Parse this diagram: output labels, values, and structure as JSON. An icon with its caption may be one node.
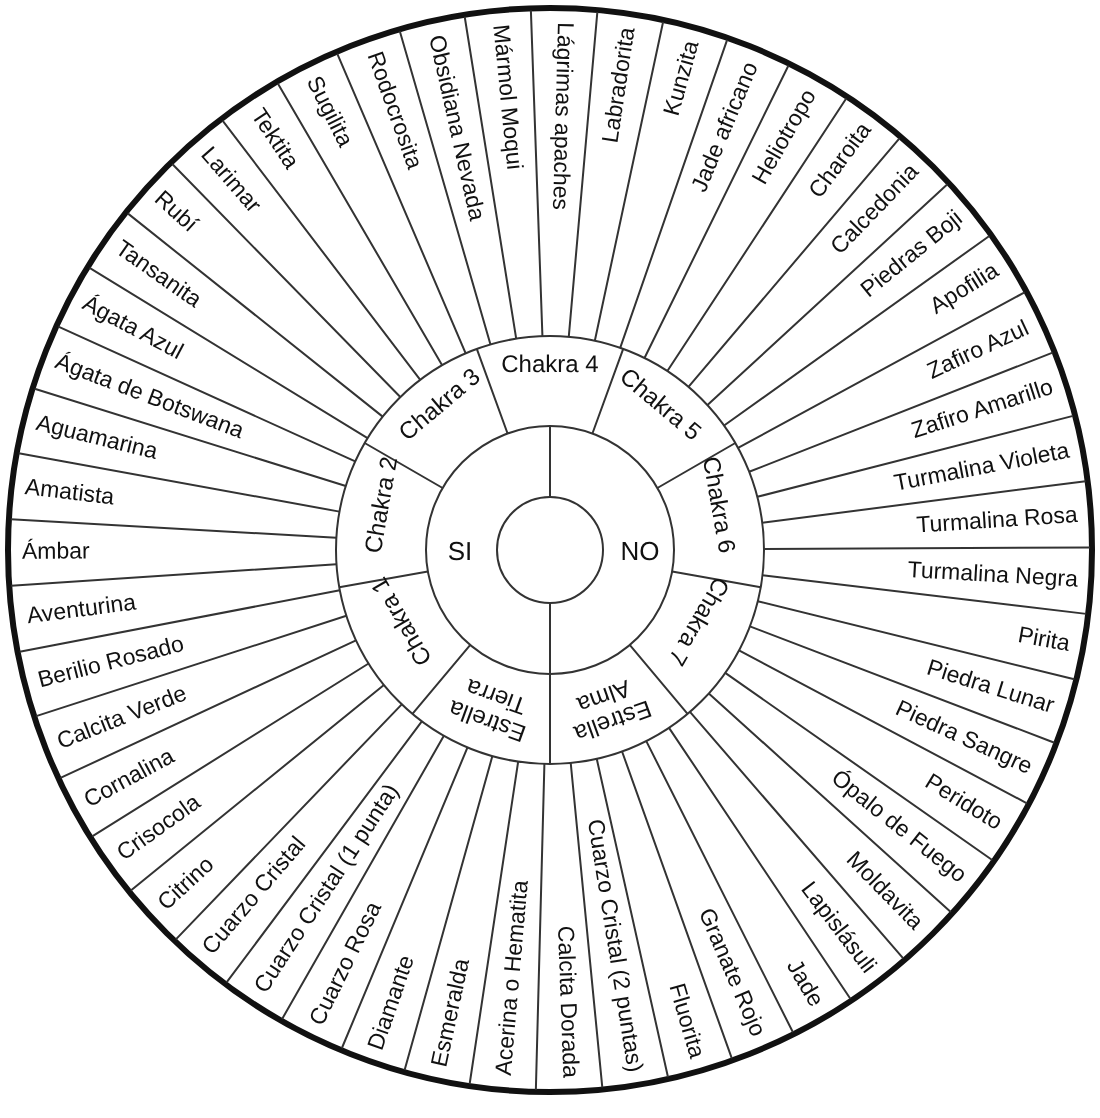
{
  "diagram": {
    "nodes": [
      {
        "text": [
          "Chakra 4"
        ]
      },
      {
        "text": [
          "Chakra 5"
        ]
      },
      {
        "text": [
          "Chakra 6"
        ]
      },
      {
        "text": [
          "Chakra 7"
        ]
      },
      {
        "text": [
          "Estrella Alma"
        ]
      },
      {
        "text": [
          "Estrella Tierra"
        ]
      },
      {
        "text": [
          "Chakra 1"
        ]
      },
      {
        "text": [
          "Chakra 2"
        ]
      },
      {
        "text": [
          "Chakra 3"
        ]
      },
      {
        "text": [
          "SI"
        ]
      },
      {
        "text": [
          "NO"
        ]
      },
      {
        "text": [],
        "shape": "circle"
      },
      {
        "text": [
          "Lágrimas apaches"
        ]
      },
      {
        "text": [
          "Labradorita"
        ]
      },
      {
        "text": [
          "Kunzita"
        ]
      },
      {
        "text": [
          "Jade africano"
        ]
      },
      {
        "text": [
          "Heliotropo"
        ]
      },
      {
        "text": [
          "Charoita"
        ]
      },
      {
        "text": [
          "Calcedonia"
        ]
      },
      {
        "text": [
          "Piedras Boji"
        ]
      },
      {
        "text": [
          "Apofilia"
        ]
      },
      {
        "text": [
          "Zafiro Azul"
        ]
      },
      {
        "text": [
          "Zafiro Amarillo"
        ]
      },
      {
        "text": [
          "Turmalina Violeta"
        ]
      },
      {
        "text": [
          "Turmalina Rosa"
        ]
      },
      {
        "text": [
          "Turmalina Negra"
        ]
      },
      {
        "text": [
          "Pirita"
        ]
      },
      {
        "text": [
          "Piedra Lunar"
        ]
      },
      {
        "text": [
          "Piedra Sangre"
        ]
      },
      {
        "text": [
          "Peridoto"
        ]
      },
      {
        "text": [
          "Ópalo de Fuego"
        ]
      },
      {
        "text": [
          "Moldavita"
        ]
      },
      {
        "text": [
          "Lapislásuli"
        ]
      },
      {
        "text": [
          "Jade"
        ]
      },
      {
        "text": [
          "Granate Rojo"
        ]
      },
      {
        "text": [
          "Fluorita"
        ]
      },
      {
        "text": [
          "Cuarzo Cristal (2 puntas)"
        ]
      },
      {
        "text": [
          "Calcita Dorada"
        ]
      },
      {
        "text": [
          "Acerina o Hematita"
        ]
      },
      {
        "text": [
          "Esmeralda"
        ]
      },
      {
        "text": [
          "Diamante"
        ]
      },
      {
        "text": [
          "Cuarzo Rosa"
        ]
      },
      {
        "text": [
          "Cuarzo Cristal (1 punta)"
        ]
      },
      {
        "text": [
          "Cuarzo Cristal"
        ]
      },
      {
        "text": [
          "Citrino"
        ]
      },
      {
        "text": [
          "Crisocola"
        ]
      },
      {
        "text": [
          "Cornalina"
        ]
      },
      {
        "text": [
          "Calcita Verde"
        ]
      },
      {
        "text": [
          "Berilio Rosado"
        ]
      },
      {
        "text": [
          "Aventurina"
        ]
      },
      {
        "text": [
          "Ámbar"
        ]
      },
      {
        "text": [
          "Amatista"
        ]
      },
      {
        "text": [
          "Aguamarina"
        ]
      },
      {
        "text": [
          "Ágata de Botswana"
        ]
      },
      {
        "text": [
          "Ágata Azul"
        ]
      },
      {
        "text": [
          "Tansanita"
        ]
      },
      {
        "text": [
          "Rubí"
        ]
      },
      {
        "text": [
          "Larimar"
        ]
      },
      {
        "text": [
          "Tektita"
        ]
      },
      {
        "text": [
          "Sugilita"
        ]
      },
      {
        "text": [
          "Rodocrosita"
        ]
      },
      {
        "text": [
          "Obsidiana Nevada"
        ]
      },
      {
        "text": [
          "Mármol Moqui"
        ]
      }
    ]
  }
}
